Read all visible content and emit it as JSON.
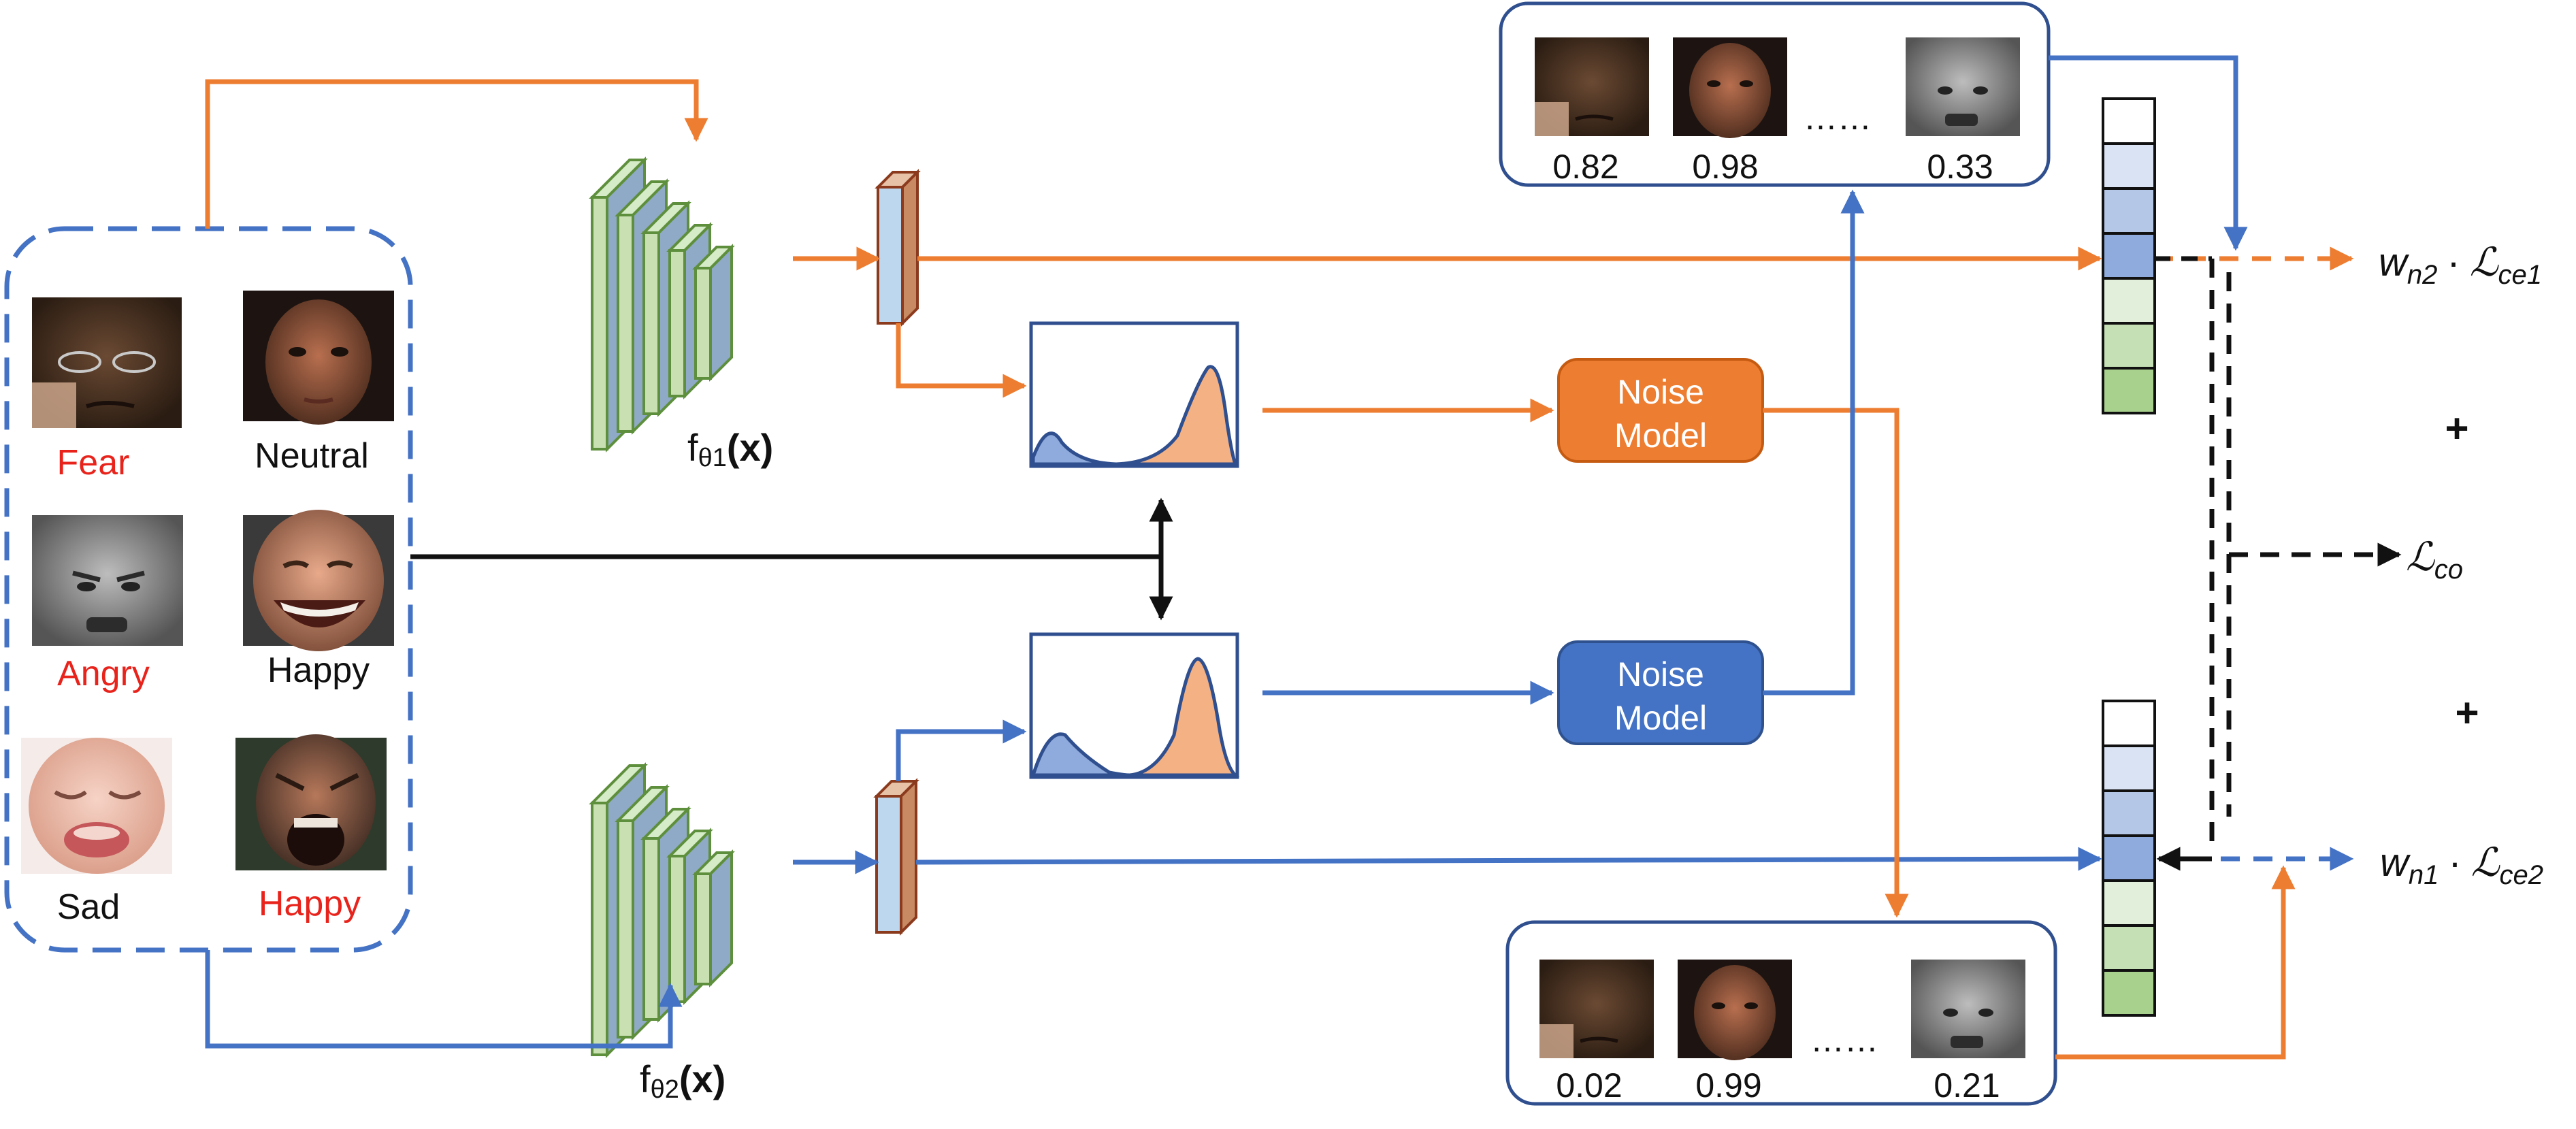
{
  "dataset_panel": {
    "faces": [
      {
        "label": "Fear",
        "noisy": true
      },
      {
        "label": "Neutral",
        "noisy": false
      },
      {
        "label": "Angry",
        "noisy": true
      },
      {
        "label": "Happy",
        "noisy": false
      },
      {
        "label": "Sad",
        "noisy": false
      },
      {
        "label": "Happy",
        "noisy": true
      }
    ]
  },
  "networks": {
    "top": {
      "func": "f",
      "sub": "θ1",
      "arg": "(x)"
    },
    "bottom": {
      "func": "f",
      "sub": "θ2",
      "arg": "(x)"
    }
  },
  "noise_models": {
    "top": {
      "line1": "Noise",
      "line2": "Model",
      "color": "#ed7d31"
    },
    "bottom": {
      "line1": "Noise",
      "line2": "Model",
      "color": "#4472c4"
    }
  },
  "weight_panels": {
    "top": {
      "scores": [
        "0.82",
        "0.98",
        "0.33"
      ],
      "ellipsis": "……"
    },
    "bottom": {
      "scores": [
        "0.02",
        "0.99",
        "0.21"
      ],
      "ellipsis": "……"
    }
  },
  "losses": {
    "top": {
      "w": "w",
      "w_sub": "n2",
      "dot": "·",
      "L": "ℒ",
      "L_sub": "ce1"
    },
    "co": {
      "L": "ℒ",
      "L_sub": "co"
    },
    "bottom": {
      "w": "w",
      "w_sub": "n1",
      "dot": "·",
      "L": "ℒ",
      "L_sub": "ce2"
    },
    "plus": "+"
  },
  "colors": {
    "orange": "#ed7d31",
    "blue": "#4472c4",
    "navy": "#2f4f8f",
    "noisy_label": "#e8231b"
  }
}
